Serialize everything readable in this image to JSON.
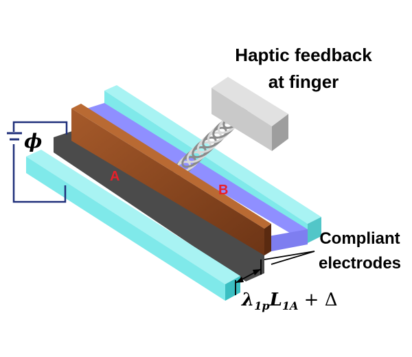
{
  "title": {
    "line1": "Haptic feedback",
    "line2": "at finger"
  },
  "labels": {
    "electrode_a": "A",
    "electrode_b": "B",
    "compliant_line1": "Compliant",
    "compliant_line2": "electrodes",
    "potential_symbol": "ϕ"
  },
  "formula": {
    "lambda": "λ",
    "lambda_sub": "1p",
    "length": "L",
    "length_sub": "1A",
    "suffix": " + Δ"
  },
  "colors": {
    "rail": "#7fe9ea",
    "rail_dark": "#53c9cb",
    "membrane": "#8f8fff",
    "base": "#4b4b4b",
    "plate": "#8a4a22",
    "plate_top": "#b96a33",
    "circuit": "#1f2f7a",
    "label_red": "#e8202a",
    "block": "#c9c9c9"
  }
}
